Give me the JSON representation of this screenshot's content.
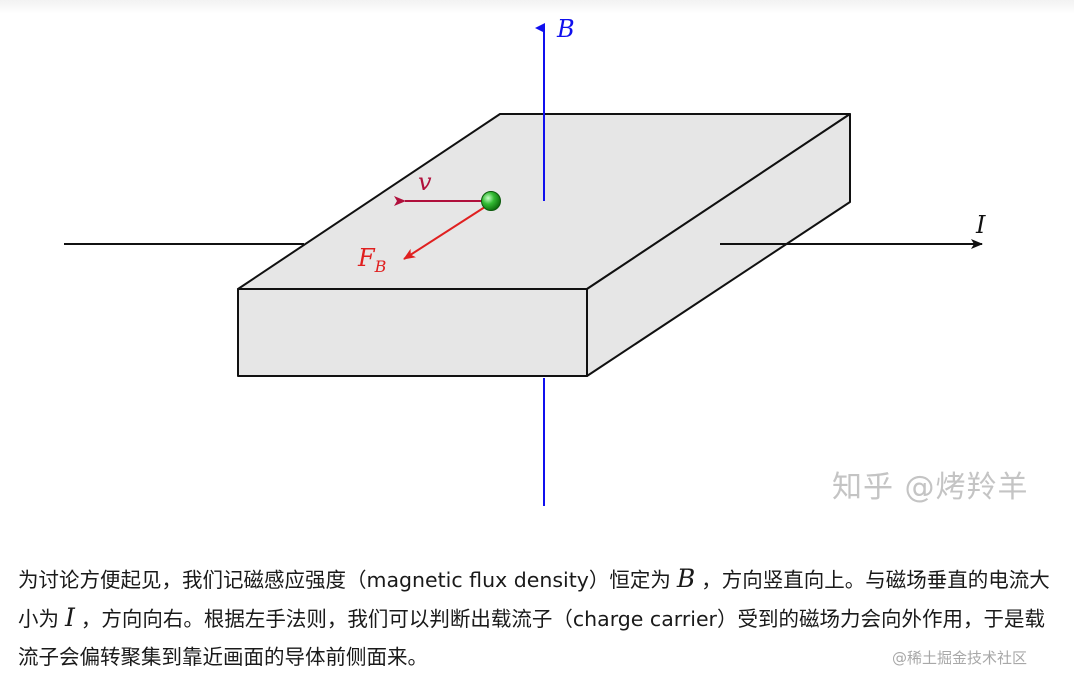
{
  "figure": {
    "labels": {
      "B": "B",
      "I": "I",
      "v": "v",
      "F": "F",
      "F_sub": "B"
    },
    "colors": {
      "b_field": "#1010ee",
      "current": "#111111",
      "velocity": "#b0103c",
      "force": "#e02020",
      "charge": "#22aa22",
      "slab_fill": "#e6e6e6",
      "slab_stroke": "#111111"
    }
  },
  "watermarks": {
    "zhihu": "知乎 @烤羚羊",
    "juejin": "@稀土掘金技术社区"
  },
  "caption": {
    "part1": "为讨论方便起见，我们记磁感应强度（magnetic flux density）恒定为",
    "var_B": "B",
    "part2": "，方向竖直向上。与磁场垂直的电流大小为",
    "var_I": "I",
    "part3": "，方向向右。根据左手法则，我们可以判断出载流子（charge carrier）受到的磁场力会向外作用，于是载流子会偏转聚集到靠近画面的导体前侧面来。"
  }
}
